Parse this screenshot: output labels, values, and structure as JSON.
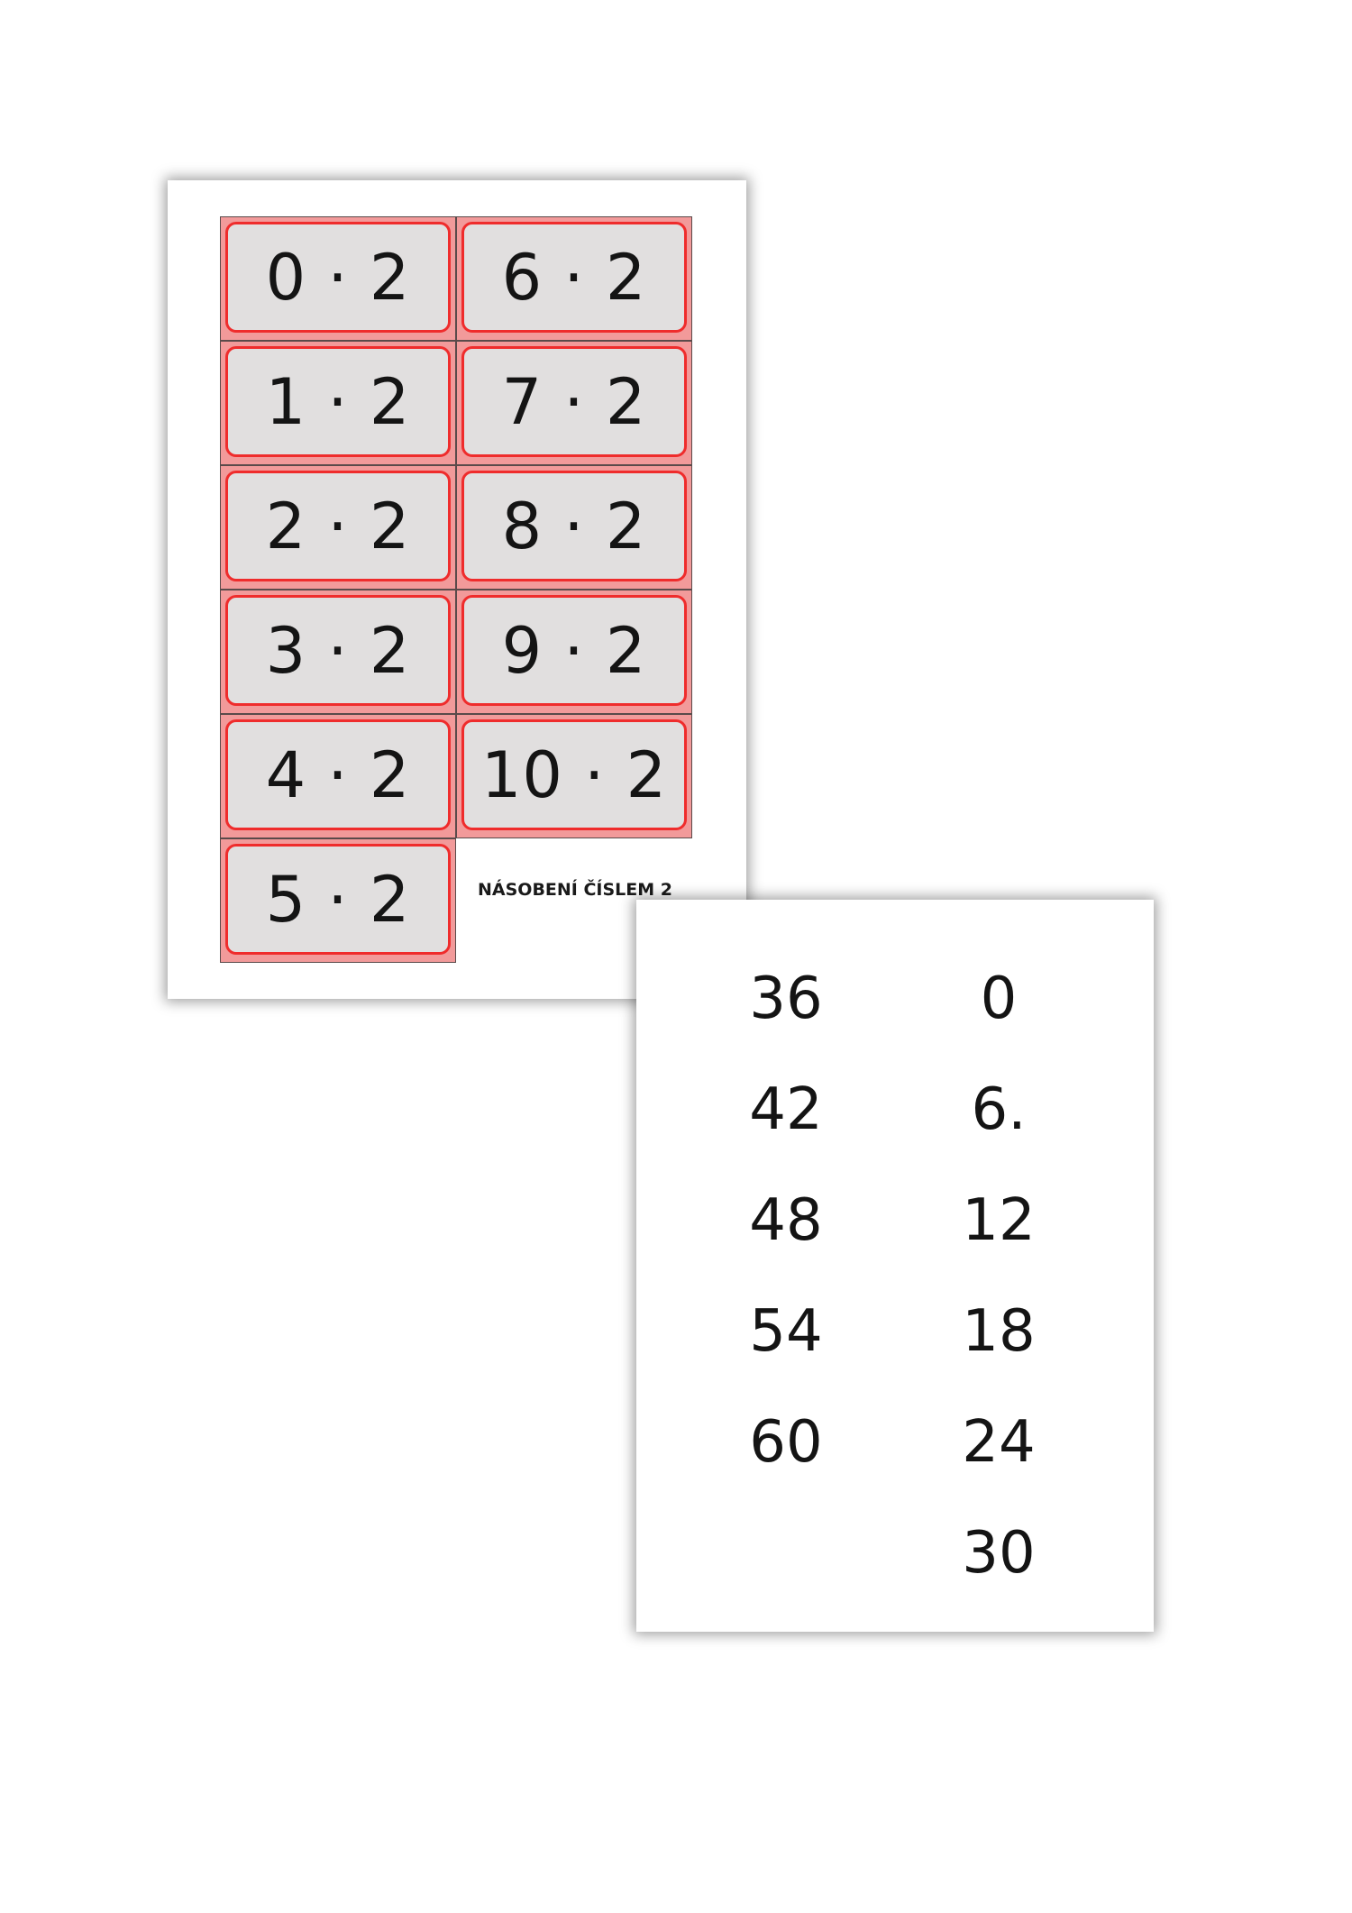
{
  "cards_sheet": {
    "title": "NÁSOBENÍ ČÍSLEM 2",
    "cards": [
      "0 · 2",
      "6 · 2",
      "1 · 2",
      "7 · 2",
      "2 · 2",
      "8 · 2",
      "3 · 2",
      "9 · 2",
      "4 · 2",
      "10 · 2",
      "5 · 2"
    ],
    "colors": {
      "cell_background": "#f29a9a",
      "card_border": "#ef2c2c",
      "card_fill": "#e1dfdf"
    }
  },
  "answers_sheet": {
    "left_column": [
      "36",
      "42",
      "48",
      "54",
      "60"
    ],
    "right_column": [
      "0",
      "6.",
      "12",
      "18",
      "24",
      "30"
    ]
  }
}
